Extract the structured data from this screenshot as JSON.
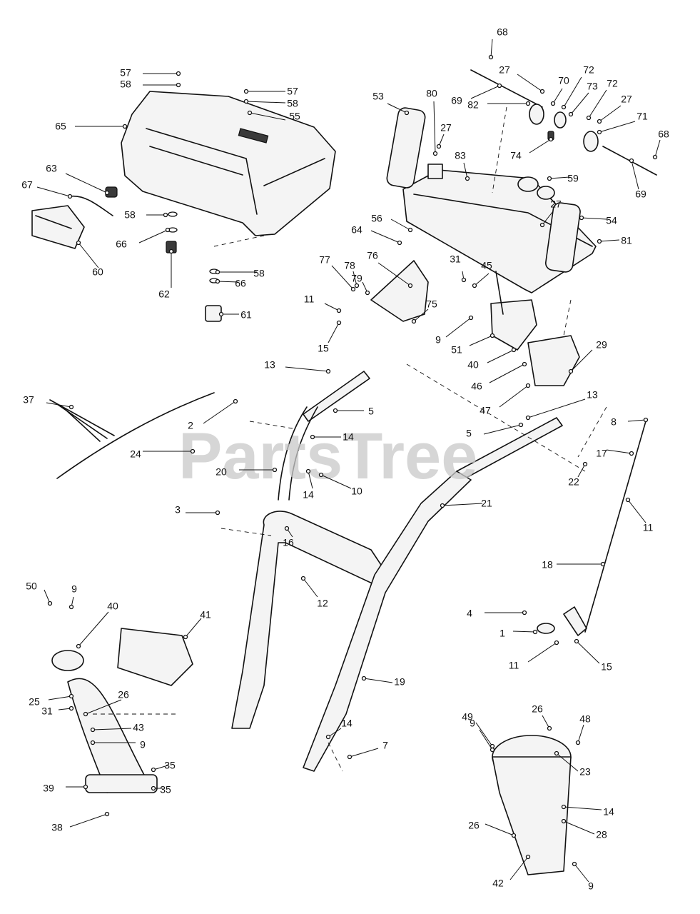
{
  "watermark": "PartsTree",
  "callouts": [
    {
      "label": "68"
    },
    {
      "label": "27"
    },
    {
      "label": "70"
    },
    {
      "label": "72"
    },
    {
      "label": "73"
    },
    {
      "label": "72"
    },
    {
      "label": "69"
    },
    {
      "label": "82"
    },
    {
      "label": "27"
    },
    {
      "label": "53"
    },
    {
      "label": "80"
    },
    {
      "label": "71"
    },
    {
      "label": "68"
    },
    {
      "label": "27"
    },
    {
      "label": "74"
    },
    {
      "label": "83"
    },
    {
      "label": "59"
    },
    {
      "label": "69"
    },
    {
      "label": "27"
    },
    {
      "label": "56"
    },
    {
      "label": "54"
    },
    {
      "label": "64"
    },
    {
      "label": "81"
    },
    {
      "label": "57"
    },
    {
      "label": "58"
    },
    {
      "label": "57"
    },
    {
      "label": "58"
    },
    {
      "label": "55"
    },
    {
      "label": "65"
    },
    {
      "label": "63"
    },
    {
      "label": "67"
    },
    {
      "label": "58"
    },
    {
      "label": "66"
    },
    {
      "label": "60"
    },
    {
      "label": "62"
    },
    {
      "label": "58"
    },
    {
      "label": "66"
    },
    {
      "label": "61"
    },
    {
      "label": "77"
    },
    {
      "label": "78"
    },
    {
      "label": "76"
    },
    {
      "label": "79"
    },
    {
      "label": "31"
    },
    {
      "label": "45"
    },
    {
      "label": "75"
    },
    {
      "label": "11"
    },
    {
      "label": "15"
    },
    {
      "label": "9"
    },
    {
      "label": "51"
    },
    {
      "label": "40"
    },
    {
      "label": "29"
    },
    {
      "label": "46"
    },
    {
      "label": "47"
    },
    {
      "label": "13"
    },
    {
      "label": "37"
    },
    {
      "label": "2"
    },
    {
      "label": "5"
    },
    {
      "label": "14"
    },
    {
      "label": "24"
    },
    {
      "label": "20"
    },
    {
      "label": "14"
    },
    {
      "label": "10"
    },
    {
      "label": "13"
    },
    {
      "label": "5"
    },
    {
      "label": "8"
    },
    {
      "label": "17"
    },
    {
      "label": "22"
    },
    {
      "label": "3"
    },
    {
      "label": "21"
    },
    {
      "label": "11"
    },
    {
      "label": "16"
    },
    {
      "label": "12"
    },
    {
      "label": "18"
    },
    {
      "label": "50"
    },
    {
      "label": "9"
    },
    {
      "label": "40"
    },
    {
      "label": "41"
    },
    {
      "label": "4"
    },
    {
      "label": "1"
    },
    {
      "label": "11"
    },
    {
      "label": "15"
    },
    {
      "label": "25"
    },
    {
      "label": "31"
    },
    {
      "label": "26"
    },
    {
      "label": "43"
    },
    {
      "label": "9"
    },
    {
      "label": "19"
    },
    {
      "label": "14"
    },
    {
      "label": "7"
    },
    {
      "label": "35"
    },
    {
      "label": "39"
    },
    {
      "label": "35"
    },
    {
      "label": "38"
    },
    {
      "label": "49"
    },
    {
      "label": "9"
    },
    {
      "label": "26"
    },
    {
      "label": "48"
    },
    {
      "label": "23"
    },
    {
      "label": "14"
    },
    {
      "label": "26"
    },
    {
      "label": "28"
    },
    {
      "label": "42"
    },
    {
      "label": "9"
    }
  ]
}
